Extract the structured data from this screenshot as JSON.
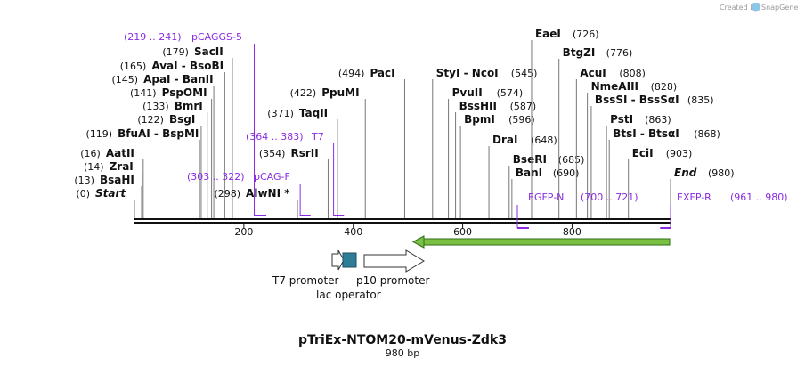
{
  "credit": {
    "prefix": "Created by",
    "brand": "SnapGene"
  },
  "sequence": {
    "length": 980,
    "name": "pTriEx-NTOM20-mVenus-Zdk3",
    "length_label": "980 bp"
  },
  "axis": {
    "ticks": [
      "200",
      "400",
      "600",
      "800"
    ],
    "tick_values": [
      200,
      400,
      600,
      800
    ]
  },
  "enzymes": [
    {
      "name": "Start",
      "pos": 0,
      "italic": true
    },
    {
      "name": "BsaHI",
      "pos": 13
    },
    {
      "name": "ZraI",
      "pos": 14
    },
    {
      "name": "AatII",
      "pos": 16
    },
    {
      "name": "BfuAI - BspMI",
      "pos": 119
    },
    {
      "name": "BsgI",
      "pos": 122
    },
    {
      "name": "BmrI",
      "pos": 133
    },
    {
      "name": "PspOMI",
      "pos": 141
    },
    {
      "name": "ApaI - BanII",
      "pos": 145
    },
    {
      "name": "AvaI - BsoBI",
      "pos": 165
    },
    {
      "name": "SacII",
      "pos": 179
    },
    {
      "name": "AlwNI *",
      "pos": 298
    },
    {
      "name": "RsrII",
      "pos": 354
    },
    {
      "name": "TaqII",
      "pos": 371
    },
    {
      "name": "PpuMI",
      "pos": 422
    },
    {
      "name": "PacI",
      "pos": 494
    },
    {
      "name": "StyI - NcoI",
      "pos": 545
    },
    {
      "name": "PvuII",
      "pos": 574
    },
    {
      "name": "BssHII",
      "pos": 587
    },
    {
      "name": "BpmI",
      "pos": 596
    },
    {
      "name": "DraI",
      "pos": 648
    },
    {
      "name": "BseRI",
      "pos": 685
    },
    {
      "name": "BanI",
      "pos": 690
    },
    {
      "name": "EaeI",
      "pos": 726
    },
    {
      "name": "BtgZI",
      "pos": 776
    },
    {
      "name": "AcuI",
      "pos": 808
    },
    {
      "name": "NmeAIII",
      "pos": 828
    },
    {
      "name": "BssSI - BssSαI",
      "pos": 835
    },
    {
      "name": "PstI",
      "pos": 863
    },
    {
      "name": "BtsI - BtsαI",
      "pos": 868
    },
    {
      "name": "EciI",
      "pos": 903
    },
    {
      "name": "End",
      "pos": 980,
      "italic": true
    }
  ],
  "primers": [
    {
      "name": "pCAGGS-5",
      "range": "(219 .. 241)",
      "start": 219,
      "end": 241
    },
    {
      "name": "T7",
      "range": "(364 .. 383)",
      "start": 364,
      "end": 383
    },
    {
      "name": "pCAG-F",
      "range": "(303 .. 322)",
      "start": 303,
      "end": 322
    },
    {
      "name": "EGFP-N",
      "range": "(700 .. 721)",
      "start": 700,
      "end": 721
    },
    {
      "name": "EXFP-R",
      "range": "(961 .. 980)",
      "start": 961,
      "end": 980
    }
  ],
  "features": [
    {
      "name": "T7 promoter",
      "kind": "arrow"
    },
    {
      "name": "lac operator",
      "kind": "box",
      "color": "#2e7d97"
    },
    {
      "name": "p10 promoter",
      "kind": "arrow"
    }
  ],
  "colors": {
    "primer": "#8a2be2",
    "orf": "#7ac143",
    "orf_dark": "#2f6e1a",
    "backbone": "#111111"
  }
}
